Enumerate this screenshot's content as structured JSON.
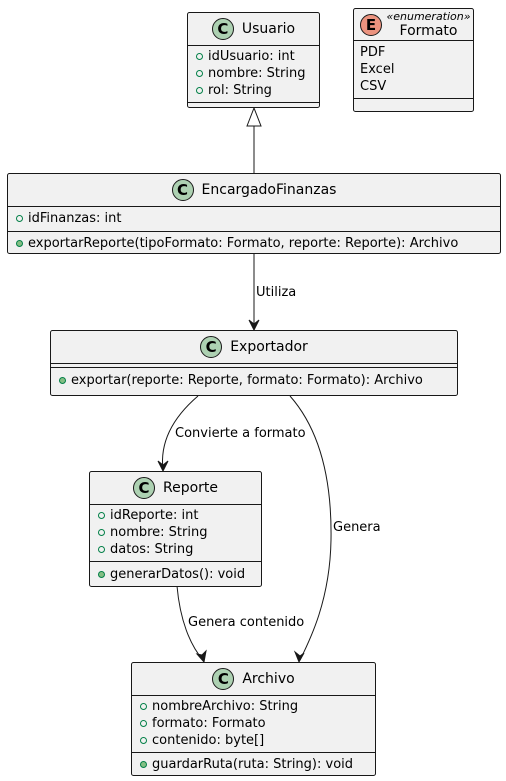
{
  "classes": {
    "usuario": {
      "badge": "C",
      "name": "Usuario",
      "attributes": [
        "idUsuario: int",
        "nombre: String",
        "rol: String"
      ],
      "methods": []
    },
    "formato": {
      "stereotype": "«enumeration»",
      "name": "Formato",
      "values": [
        "PDF",
        "Excel",
        "CSV"
      ]
    },
    "encargado": {
      "badge": "C",
      "name": "EncargadoFinanzas",
      "attributes": [
        "idFinanzas: int"
      ],
      "methods": [
        "exportarReporte(tipoFormato: Formato, reporte: Reporte): Archivo"
      ]
    },
    "exportador": {
      "badge": "C",
      "name": "Exportador",
      "attributes": [],
      "methods": [
        "exportar(reporte: Reporte, formato: Formato): Archivo"
      ]
    },
    "reporte": {
      "badge": "C",
      "name": "Reporte",
      "attributes": [
        "idReporte: int",
        "nombre: String",
        "datos: String"
      ],
      "methods": [
        "generarDatos(): void"
      ]
    },
    "archivo": {
      "badge": "C",
      "name": "Archivo",
      "attributes": [
        "nombreArchivo: String",
        "formato: Formato",
        "contenido: byte[]"
      ],
      "methods": [
        "guardarRuta(ruta: String): void"
      ]
    }
  },
  "relations": {
    "utiliza": "Utiliza",
    "convierte": "Convierte a formato",
    "genera": "Genera",
    "genera_contenido": "Genera contenido"
  },
  "colors": {
    "box_fill": "#f1f1f1",
    "border": "#181818",
    "class_badge": "#add1b2",
    "visibility_public": "#038048"
  }
}
